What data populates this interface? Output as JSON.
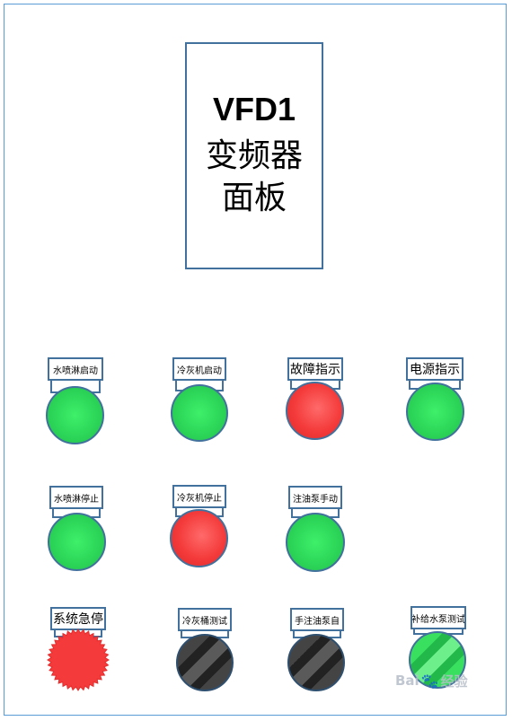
{
  "title": {
    "line1": "VFD1",
    "line2": "变频器",
    "line3": "面板"
  },
  "controls": [
    {
      "label": "水喷淋启动",
      "state": "green"
    },
    {
      "label": "冷灰机启动",
      "state": "green"
    },
    {
      "label": "故障指示",
      "state": "red"
    },
    {
      "label": "电源指示",
      "state": "green"
    },
    {
      "label": "水喷淋停止",
      "state": "green"
    },
    {
      "label": "冷灰机停止",
      "state": "red"
    },
    {
      "label": "注油泵手动",
      "state": "green"
    },
    {
      "label": "系统急停",
      "state": "red-estop"
    },
    {
      "label": "冷灰桶测试",
      "state": "selector-dark"
    },
    {
      "label": "手注油泵自",
      "state": "selector-dark"
    },
    {
      "label": "补给水泵测试",
      "state": "selector-green"
    }
  ],
  "colors": {
    "border": "#41719c",
    "panel_border": "#5b9bd5",
    "lamp_green": "#2bd457",
    "lamp_red": "#f43a3a",
    "selector_dark": "#333333"
  },
  "watermark": {
    "text1": "Bai",
    "text2": "经验"
  }
}
